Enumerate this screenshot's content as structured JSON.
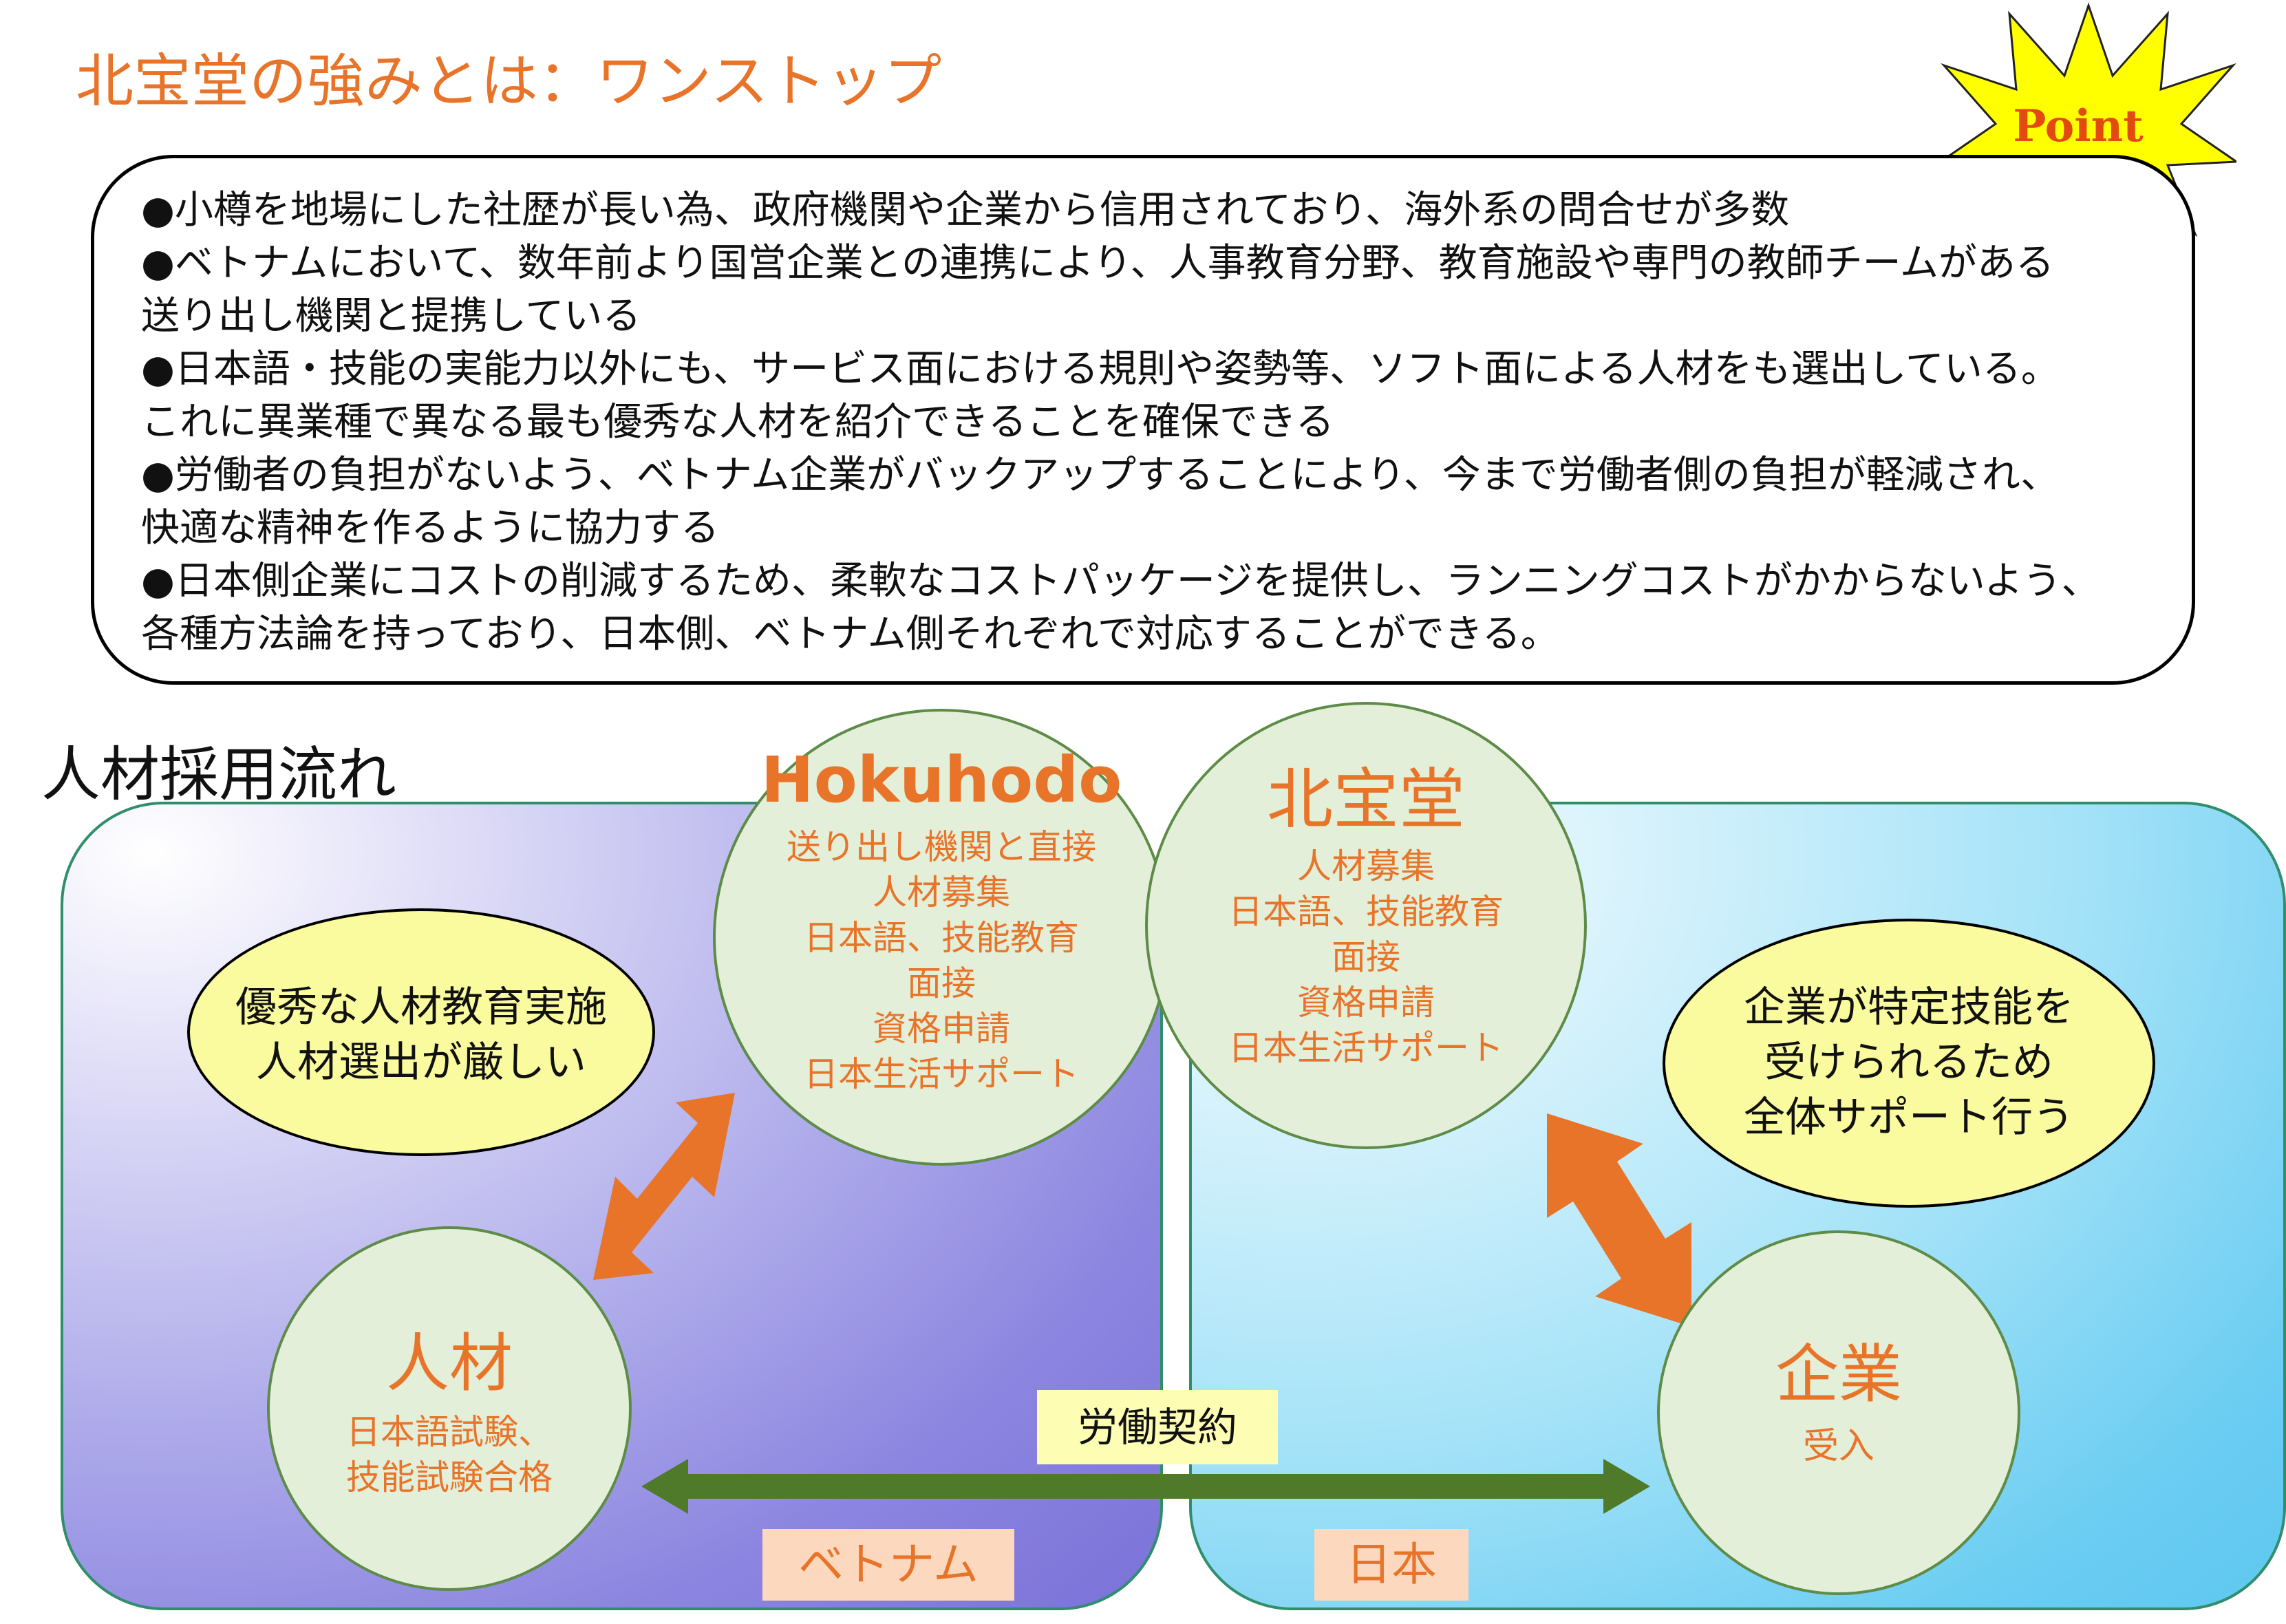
{
  "header": {
    "title": "北宝堂の強みとは：ワンストップ",
    "point_badge": "Point"
  },
  "strengths": {
    "lines": [
      "●小樽を地場にした社歴が長い為、政府機関や企業から信用されており、海外系の問合せが多数",
      "●ベトナムにおいて、数年前より国営企業との連携により、人事教育分野、教育施設や専門の教師チームがある",
      "送り出し機関と提携している",
      "●日本語・技能の実能力以外にも、サービス面における規則や姿勢等、ソフト面による人材をも選出している。",
      "これに異業種で異なる最も優秀な人材を紹介できることを確保できる",
      "●労働者の負担がないよう、ベトナム企業がバックアップすることにより、今まで労働者側の負担が軽減され、",
      "快適な精神を作るように協力する",
      "●日本側企業にコストの削減するため、柔軟なコストパッケージを提供し、ランニングコストがかからないよう、",
      "各種方法論を持っており、日本側、ベトナム側それぞれで対応することができる。"
    ]
  },
  "flow": {
    "title": "人材採用流れ",
    "hokuhodo": {
      "title": "Hokuhodo",
      "items": [
        "送り出し機関と直接",
        "人材募集",
        "日本語、技能教育",
        "面接",
        "資格申請",
        "日本生活サポート"
      ]
    },
    "hokuhodo_jp": {
      "title": "北宝堂",
      "items": [
        "人材募集",
        "日本語、技能教育",
        "面接",
        "資格申請",
        "日本生活サポート"
      ]
    },
    "talent": {
      "title": "人材",
      "items": [
        "日本語試験、",
        "技能試験合格"
      ]
    },
    "company": {
      "title": "企業",
      "items": [
        "受入"
      ]
    },
    "note_vietnam": [
      "優秀な人材教育実施",
      "人材選出が厳しい"
    ],
    "note_japan": [
      "企業が特定技能を",
      "受けられるため",
      "全体サポート行う"
    ],
    "contract_label": "労働契約",
    "vietnam_label": "ベトナム",
    "japan_label": "日本"
  },
  "colors": {
    "accent_orange": "#E8742A",
    "arrow_green": "#4E7A2A",
    "circle_fill": "#E3EFD9",
    "note_fill": "#FAFA9E",
    "star_fill": "#FFFF00"
  }
}
